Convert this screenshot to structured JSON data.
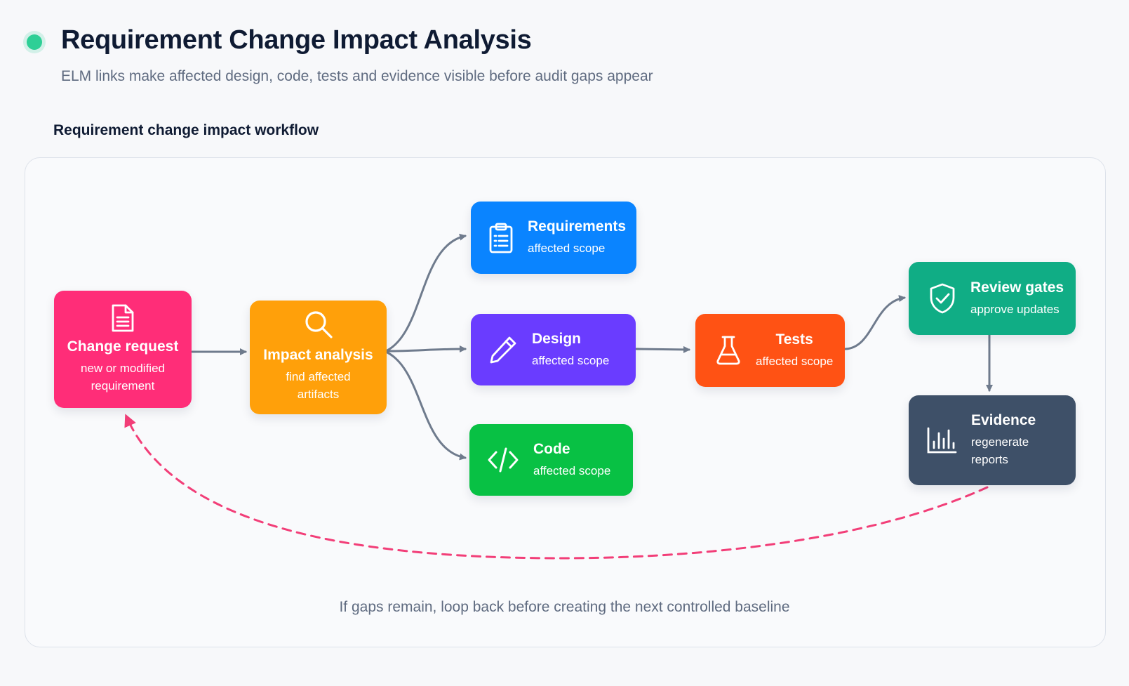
{
  "header": {
    "title": "Requirement Change Impact Analysis",
    "subtitle": "ELM links make affected design, code, tests and evidence visible before audit gaps appear"
  },
  "section_title": "Requirement change impact workflow",
  "nodes": {
    "change_request": {
      "title": "Change request",
      "subtitle": "new or modified requirement",
      "icon": "document-icon",
      "color": "#ff2d78"
    },
    "impact_analysis": {
      "title": "Impact analysis",
      "subtitle": "find affected artifacts",
      "icon": "search-icon",
      "color": "#ffa00a"
    },
    "requirements": {
      "title": "Requirements",
      "subtitle": "affected scope",
      "icon": "clipboard-list-icon",
      "color": "#0a84ff"
    },
    "design": {
      "title": "Design",
      "subtitle": "affected scope",
      "icon": "pencil-icon",
      "color": "#6a3cff"
    },
    "code": {
      "title": "Code",
      "subtitle": "affected scope",
      "icon": "code-icon",
      "color": "#08c144"
    },
    "tests": {
      "title": "Tests",
      "subtitle": "affected scope",
      "icon": "flask-icon",
      "color": "#ff5214"
    },
    "review_gates": {
      "title": "Review gates",
      "subtitle": "approve updates",
      "icon": "shield-check-icon",
      "color": "#10ad85"
    },
    "evidence": {
      "title": "Evidence",
      "subtitle": "regenerate reports",
      "icon": "bar-chart-icon",
      "color": "#3e5068"
    }
  },
  "footer_note": "If gaps remain, loop back before creating the next controlled baseline",
  "colors": {
    "arrow": "#6f7b8d",
    "loop": "#f23e78",
    "accent_dot": "#2ecf96"
  }
}
